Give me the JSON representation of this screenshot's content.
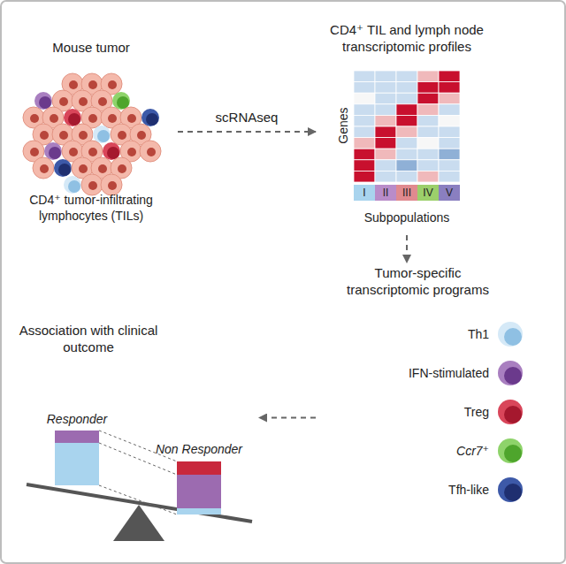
{
  "diagram": {
    "nodes": [
      {
        "text": [
          "Mouse tumor",
          "CD4⁺ tumor-infiltrating lymphocytes (TILs)"
        ]
      },
      {
        "text": [
          "CD4⁺ TIL and lymph node transcriptomic profiles"
        ]
      },
      {
        "text": [
          "Tumor-specific transcriptomic programs"
        ]
      },
      {
        "text": [
          "Association with clinical outcome"
        ]
      }
    ],
    "edges": [
      {
        "from": 0,
        "to": 1,
        "label": "scRNAseq",
        "arrow": "to"
      },
      {
        "from": 1,
        "to": 2,
        "arrow": "to"
      },
      {
        "from": 2,
        "to": 3,
        "arrow": "to"
      }
    ],
    "labels": [
      "Genes",
      "I",
      "II",
      "III",
      "IV",
      "V",
      "Subpopulations",
      "Th1",
      "IFN-stimulated",
      "Treg",
      "Ccr7⁺",
      "Tfh-like",
      "Responder",
      "Non Responder"
    ]
  }
}
